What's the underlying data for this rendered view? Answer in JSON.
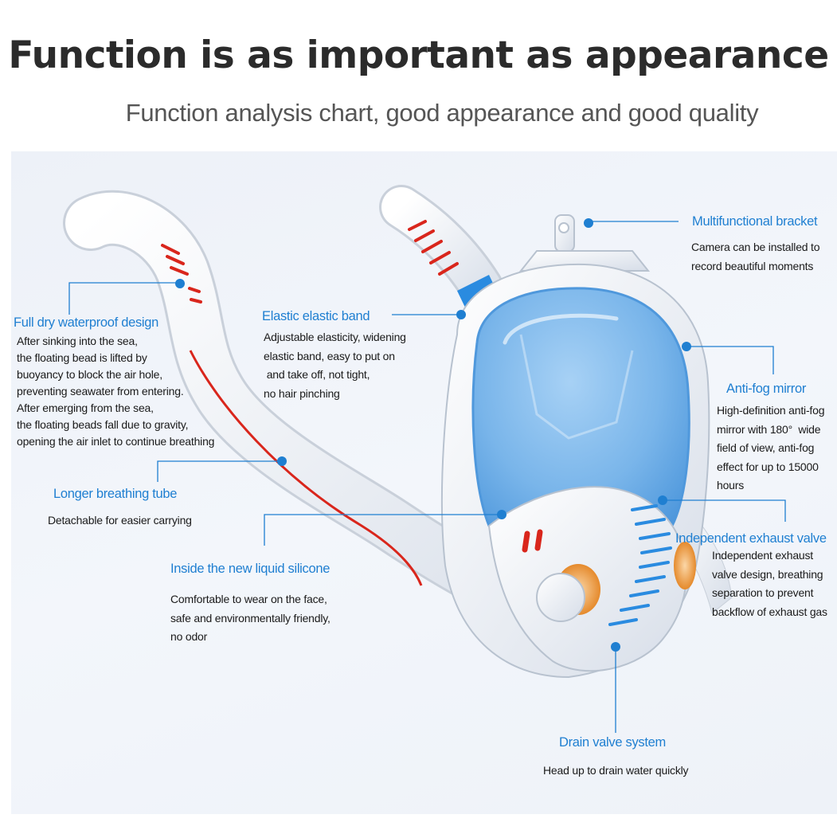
{
  "header": {
    "title": "Function is as important as appearance",
    "subtitle": "Function analysis chart, good appearance and good quality"
  },
  "colors": {
    "accent": "#1f7fd1",
    "mask_blue": "#79b5ea",
    "strap_red": "#d9261c",
    "background": "#eef2f8"
  },
  "features": {
    "bracket": {
      "label": "Multifunctional bracket",
      "desc": "Camera can be installed to\nrecord beautiful moments"
    },
    "dry_design": {
      "label": "Full dry waterproof design",
      "desc": "After sinking into the sea,\nthe floating bead is lifted by\nbuoyancy to block the air hole,\npreventing seawater from entering.\nAfter emerging from the sea,\nthe floating beads fall due to gravity,\nopening the air inlet to continue breathing"
    },
    "elastic_band": {
      "label": "Elastic elastic band",
      "desc": "Adjustable elasticity, widening\nelastic band, easy to put on\n and take off, not tight,\nno hair pinching"
    },
    "anti_fog": {
      "label": "Anti-fog mirror",
      "desc": "High-definition anti-fog\nmirror with 180°  wide\nfield of view, anti-fog\neffect for up to 15000\nhours"
    },
    "breathing_tube": {
      "label": "Longer breathing tube",
      "desc": "Detachable for easier carrying"
    },
    "exhaust": {
      "label": "Independent exhaust valve",
      "desc": "Independent exhaust\nvalve design, breathing\nseparation to prevent\nbackflow of exhaust gas"
    },
    "silicone": {
      "label": "Inside the new liquid silicone",
      "desc": "Comfortable to wear on the face,\nsafe and environmentally friendly,\nno odor"
    },
    "drain": {
      "label": "Drain valve system",
      "desc": "Head up to drain water quickly"
    }
  }
}
